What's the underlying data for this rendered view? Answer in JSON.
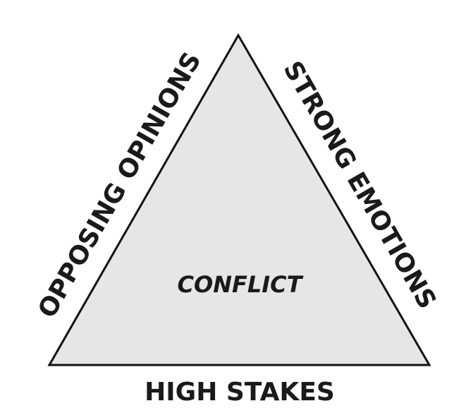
{
  "diagram": {
    "center_label": "CONFLICT",
    "left_side_label": "OPPOSING OPINIONS",
    "right_side_label": "STRONG EMOTIONS",
    "bottom_label": "HIGH STAKES",
    "colors": {
      "triangle_fill": "#e6e6e6",
      "triangle_stroke": "#111111",
      "text": "#1a1a1a"
    }
  }
}
